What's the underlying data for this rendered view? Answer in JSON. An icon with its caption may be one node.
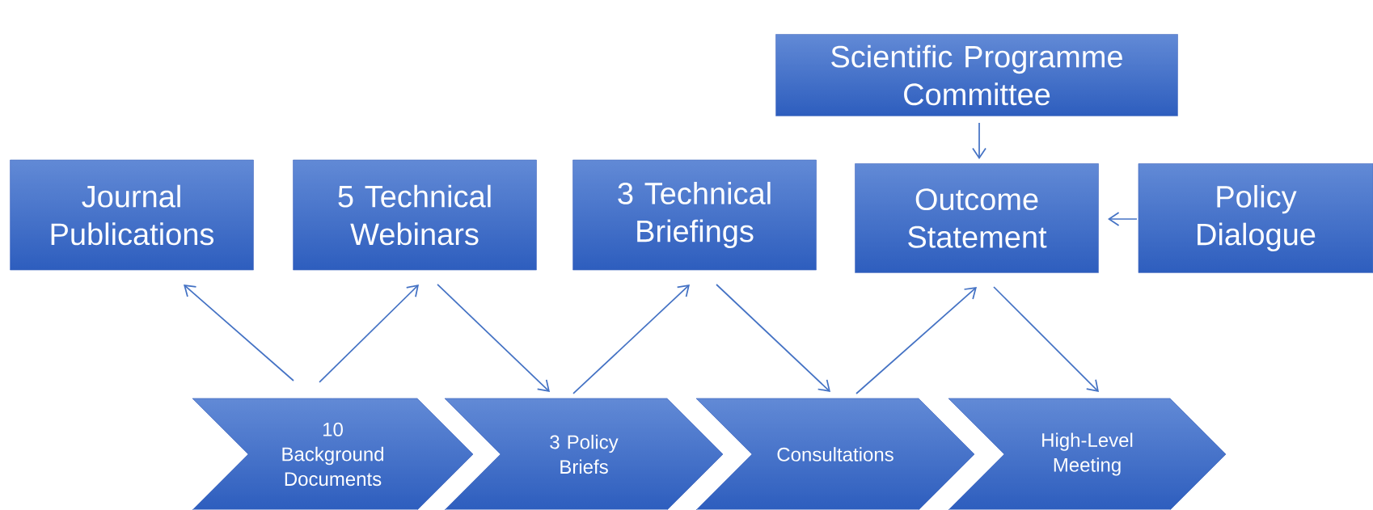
{
  "diagram": {
    "nodes": [
      {
        "text": [
          "Scientific Programme Committee"
        ]
      },
      {
        "text": [
          "Journal Publications"
        ]
      },
      {
        "text": [
          "5 Technical Webinars"
        ]
      },
      {
        "text": [
          "3 Technical Briefings"
        ]
      },
      {
        "text": [
          "Outcome Statement"
        ]
      },
      {
        "text": [
          "Policy Dialogue"
        ]
      },
      {
        "text": [
          "10 Background Documents"
        ]
      },
      {
        "text": [
          "3 Policy Briefs"
        ]
      },
      {
        "text": [
          "Consultations"
        ]
      },
      {
        "text": [
          "High-Level Meeting"
        ]
      }
    ],
    "edges": [
      {
        "from": 6,
        "to": 1,
        "arrow": "to"
      },
      {
        "from": 6,
        "to": 2,
        "arrow": "to"
      },
      {
        "from": 2,
        "to": 7,
        "arrow": "to"
      },
      {
        "from": 7,
        "to": 3,
        "arrow": "to"
      },
      {
        "from": 3,
        "to": 8,
        "arrow": "to"
      },
      {
        "from": 8,
        "to": 4,
        "arrow": "to"
      },
      {
        "from": 4,
        "to": 9,
        "arrow": "to"
      },
      {
        "from": 0,
        "to": 4,
        "arrow": "to"
      },
      {
        "from": 5,
        "to": 4,
        "arrow": "to"
      }
    ]
  }
}
